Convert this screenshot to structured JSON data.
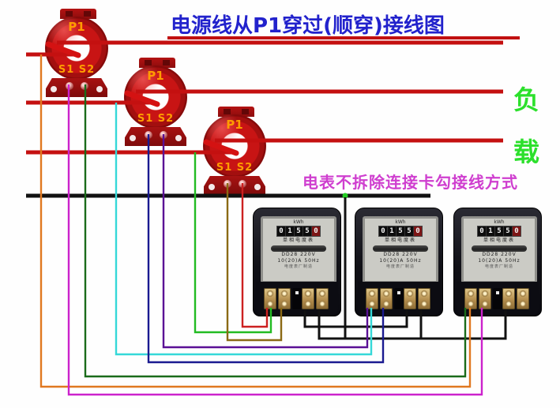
{
  "title": {
    "text": "电源线从P1穿过(顺穿)接线图"
  },
  "side_labels": {
    "load_top": "负",
    "load_bottom": "载"
  },
  "note": {
    "text": "电表不拆除连接卡勾接线方式"
  },
  "transformers": [
    {
      "id": "ct-1",
      "primary": "P1",
      "secondary": "S1 S2"
    },
    {
      "id": "ct-2",
      "primary": "P1",
      "secondary": "S1 S2"
    },
    {
      "id": "ct-3",
      "primary": "P1",
      "secondary": "S1 S2"
    }
  ],
  "meter": {
    "unit": "kWh",
    "digits": {
      "d0": "0",
      "d1": "1",
      "d2": "5",
      "d3": "5",
      "d4": "0"
    },
    "name": "单相电度表",
    "spec_line1": "DD28  220V",
    "spec_line2": "10(20)A  50Hz",
    "maker": "电度表厂制造"
  },
  "colors": {
    "phase_line_red": "#c41010",
    "neutral_black": "#111111",
    "title_blue": "#2222cc",
    "load_green": "#2ce02c",
    "note_magenta": "#cf3ecf",
    "ct_label_orange": "#ff9d00",
    "wires": {
      "orange": "#e07820",
      "magenta": "#cc22cc",
      "dark_green": "#1a6b1a",
      "cyan": "#35d8d8",
      "navy": "#1a1a90",
      "violet": "#5a1095",
      "green": "#22bb22",
      "olive": "#8b6914",
      "red": "#cc2020"
    }
  }
}
